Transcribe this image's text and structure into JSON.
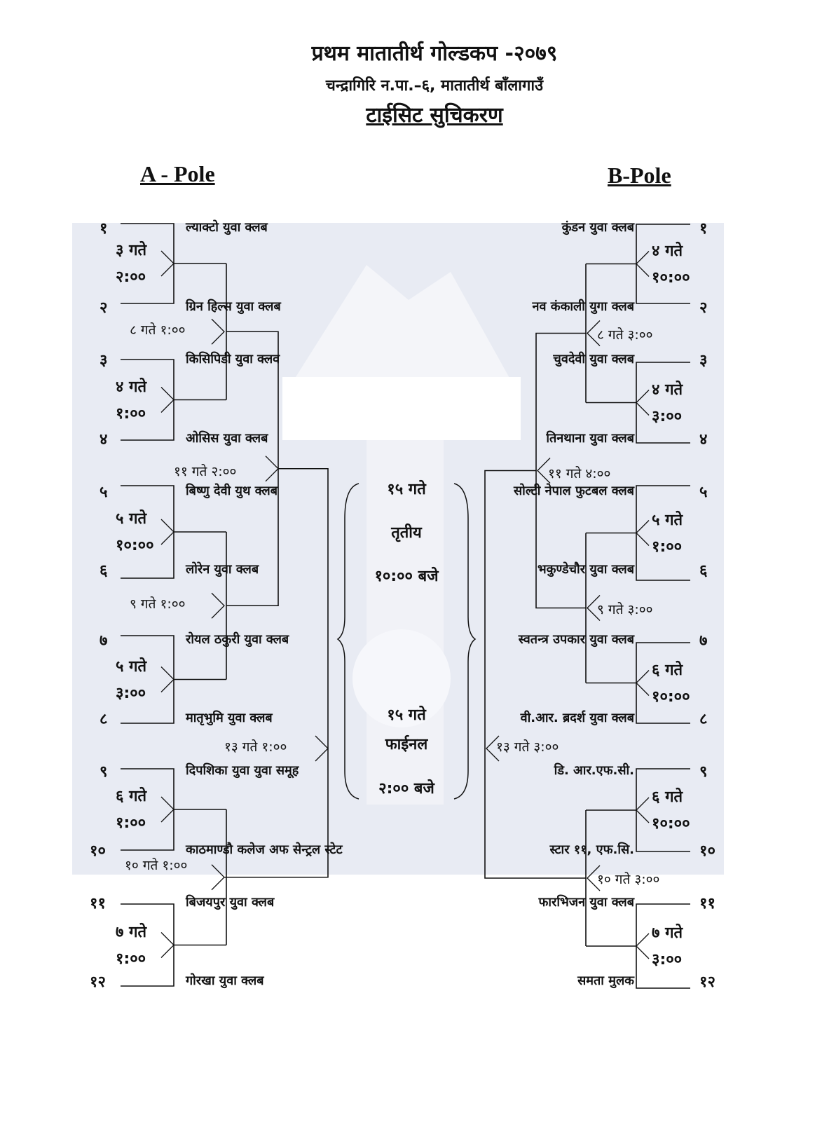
{
  "header": {
    "title": "प्रथम मातातीर्थ गोल्डकप -२०७९",
    "location": "चन्द्रागिरि न.पा.–६, मातातीर्थ बाँलागाउँ",
    "subtitle": "टाईसिट सुचिकरण"
  },
  "left": {
    "pole_label": "A - Pole",
    "teams": [
      {
        "seed": "१",
        "name": "ल्याक्टो युवा क्लब"
      },
      {
        "seed": "२",
        "name": "ग्रिन हिल्स युवा क्लब"
      },
      {
        "seed": "३",
        "name": "किसिपिडी युवा क्लव"
      },
      {
        "seed": "४",
        "name": "ओसिस युवा क्लब"
      },
      {
        "seed": "५",
        "name": "बिष्णु देवी युथ क्लब"
      },
      {
        "seed": "६",
        "name": "लोरेन युवा क्लब"
      },
      {
        "seed": "७",
        "name": "रोयल ठकुरी युवा क्लब"
      },
      {
        "seed": "८",
        "name": "मातृभुमि युवा क्लब"
      },
      {
        "seed": "९",
        "name": "दिपशिका युवा युवा समूह"
      },
      {
        "seed": "१०",
        "name": "काठमाण्डौ कलेज अफ सेन्ट्रल स्टेट"
      },
      {
        "seed": "११",
        "name": "बिजयपुर युवा क्लब"
      },
      {
        "seed": "१२",
        "name": "गोरखा युवा क्लब"
      }
    ],
    "round1": [
      {
        "day": "३ गते",
        "time": "२:००"
      },
      {
        "day": "४ गते",
        "time": "१:००"
      },
      {
        "day": "५ गते",
        "time": "१०:००"
      },
      {
        "day": "५ गते",
        "time": "३:००"
      },
      {
        "day": "६ गते",
        "time": "१:००"
      },
      {
        "day": "७ गते",
        "time": "१:००"
      }
    ],
    "round2": [
      "८ गते १:००",
      "९ गते १:००",
      "१० गते १:००"
    ],
    "round3": "११ गते २:००",
    "semi": "१३ गते १:००"
  },
  "right": {
    "pole_label": "B-Pole",
    "teams": [
      {
        "seed": "१",
        "name": "कुंडन युवा क्लब"
      },
      {
        "seed": "२",
        "name": "नव कंकाली युगा क्लब"
      },
      {
        "seed": "३",
        "name": "चुवदेवी युवा क्लब"
      },
      {
        "seed": "४",
        "name": "तिनथाना युवा क्लब"
      },
      {
        "seed": "५",
        "name": "सोल्टी नेपाल फुटबल क्लब"
      },
      {
        "seed": "६",
        "name": "भकुण्डेचौर युवा क्लब"
      },
      {
        "seed": "७",
        "name": "स्वतन्त्र उपकार युवा क्लब"
      },
      {
        "seed": "८",
        "name": "वी.आर. ब्रदर्श युवा क्लब"
      },
      {
        "seed": "९",
        "name": "डि. आर.एफ.सी."
      },
      {
        "seed": "१०",
        "name": "स्टार ११, एफ.सि."
      },
      {
        "seed": "११",
        "name": "फारभिजन युवा क्लब"
      },
      {
        "seed": "१२",
        "name": "समता मुलक"
      }
    ],
    "round1": [
      {
        "day": "४ गते",
        "time": "१०:००"
      },
      {
        "day": "४ गते",
        "time": "३:००"
      },
      {
        "day": "५ गते",
        "time": "१:००"
      },
      {
        "day": "६ गते",
        "time": "१०:००"
      },
      {
        "day": "६ गते",
        "time": "१०:००"
      },
      {
        "day": "७ गते",
        "time": "३:००"
      }
    ],
    "round2": [
      "८ गते ३:००",
      "९ गते ३:००",
      "१० गते ३:००"
    ],
    "round3": "११ गते ४:००",
    "semi": "१३ गते ३:००"
  },
  "center": {
    "third_place": {
      "day": "१५ गते",
      "label": "तृतीय",
      "time": "१०:०० बजे"
    },
    "final": {
      "day": "१५ गते",
      "label": "फाईनल",
      "time": "२:०० बजे"
    }
  }
}
